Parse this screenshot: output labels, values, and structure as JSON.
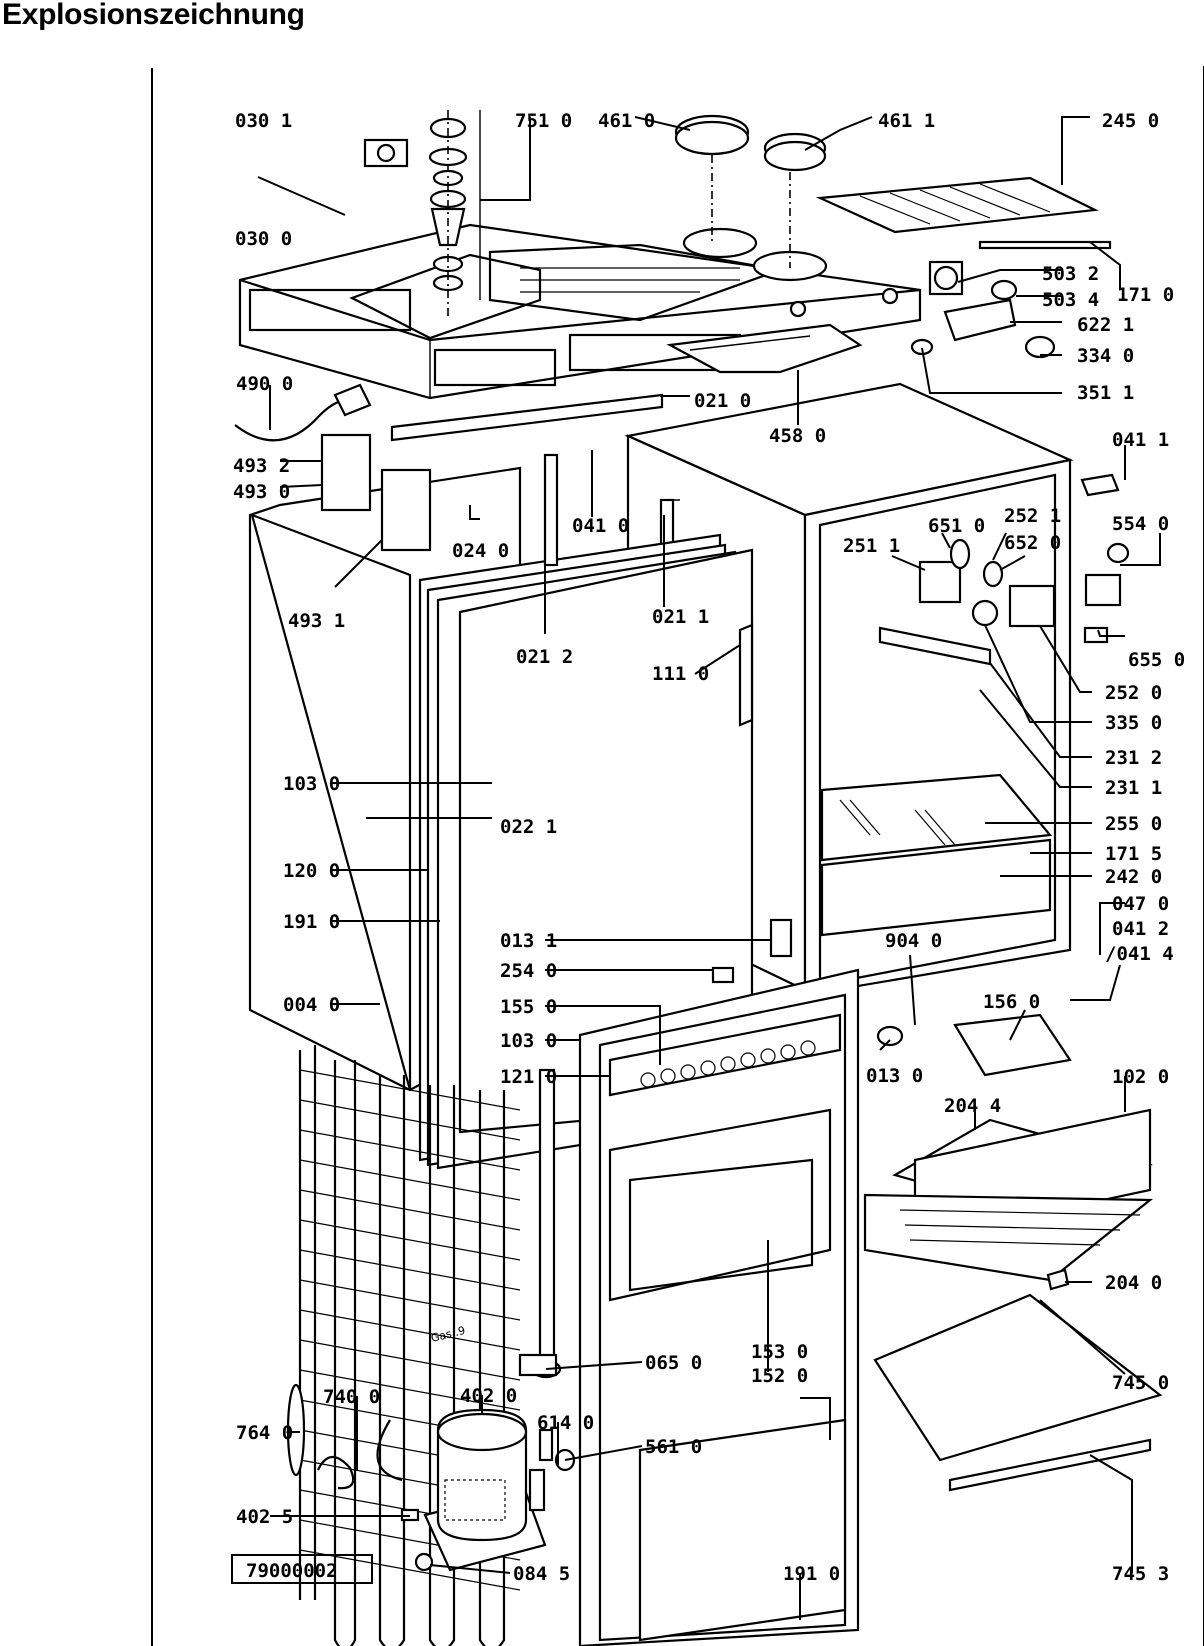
{
  "page_title": "Explosionszeichnung",
  "figure_id": "79000002",
  "labels": {
    "p0301": "030 1",
    "p0300": "030 0",
    "p7510": "751 0",
    "p4610": "461 0",
    "p4611": "461 1",
    "p2450": "245 0",
    "p5032": "503 2",
    "p1710": "171 0",
    "p5034": "503 4",
    "p6221": "622 1",
    "p3340": "334 0",
    "p3511": "351 1",
    "p4900": "490 0",
    "p0210": "021 0",
    "p4580": "458 0",
    "p0411": "041 1",
    "p4932": "493 2",
    "p4930": "493 0",
    "p0410": "041 0",
    "p6510": "651 0",
    "p2521": "252 1",
    "p5540": "554 0",
    "p6520": "652 0",
    "p2511": "251 1",
    "p0240": "024 0",
    "p4931": "493 1",
    "p0212": "021 2",
    "p0211": "021 1",
    "p6550": "655 0",
    "p1110": "111 0",
    "p2520": "252 0",
    "p3350": "335 0",
    "p2312": "231 2",
    "p2311": "231 1",
    "p1030a": "103 0",
    "p0221": "022 1",
    "p2550": "255 0",
    "p1715": "171 5",
    "p1200": "120 0",
    "p2420": "242 0",
    "p0470": "047 0",
    "p1910a": "191 0",
    "p0131a": "013 1",
    "p9040": "904 0",
    "p0412": "041 2",
    "p0414": "/041 4",
    "p2540": "254 0",
    "p1560": "156 0",
    "p0040": "004 0",
    "p1550": "155 0",
    "p1030b": "103 0",
    "p0130": "013 0",
    "p1210": "121 0",
    "p1020": "102 0",
    "p2044a": "204 4",
    "p2040": "204 0",
    "p1530": "153 0",
    "p1520": "152 0",
    "p7450": "745 0",
    "p0650": "065 0",
    "p4020": "402 0",
    "p7400": "740 0",
    "p6140": "614 0",
    "p5610": "561 0",
    "p7640": "764 0",
    "p4025": "402 5",
    "p0845": "084 5",
    "p1910b": "191 0",
    "p7453": "745 3",
    "scribble": "Gas..9"
  }
}
